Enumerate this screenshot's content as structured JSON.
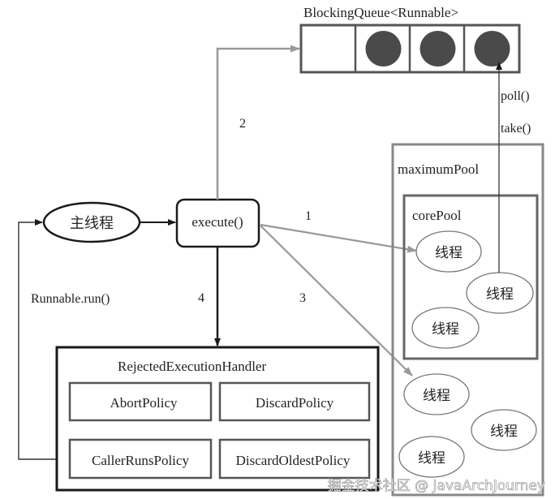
{
  "diagram": {
    "queue": {
      "label": "BlockingQueue<Runnable>",
      "slots": [
        false,
        true,
        true,
        true
      ]
    },
    "main_thread": {
      "label": "主线程"
    },
    "execute": {
      "label": "execute()"
    },
    "edges": {
      "e1": "1",
      "e2": "2",
      "e3": "3",
      "e4": "4",
      "callback": "Runnable.run()",
      "poll": "poll()",
      "take": "take()"
    },
    "maximum_pool": {
      "label": "maximumPool",
      "threads": [
        "线程",
        "线程",
        "线程"
      ]
    },
    "core_pool": {
      "label": "corePool",
      "threads": [
        "线程",
        "线程",
        "线程"
      ]
    },
    "handler": {
      "label": "RejectedExecutionHandler",
      "policies": [
        "AbortPolicy",
        "DiscardPolicy",
        "CallerRunsPolicy",
        "DiscardOldestPolicy"
      ]
    },
    "colors": {
      "dark": "#1a1a1a",
      "gray_line": "#999999",
      "box_gray": "#666666",
      "queue_dot": "#4a4a4a"
    }
  },
  "watermark": "掘金技术社区 @ JavaArchJourney"
}
